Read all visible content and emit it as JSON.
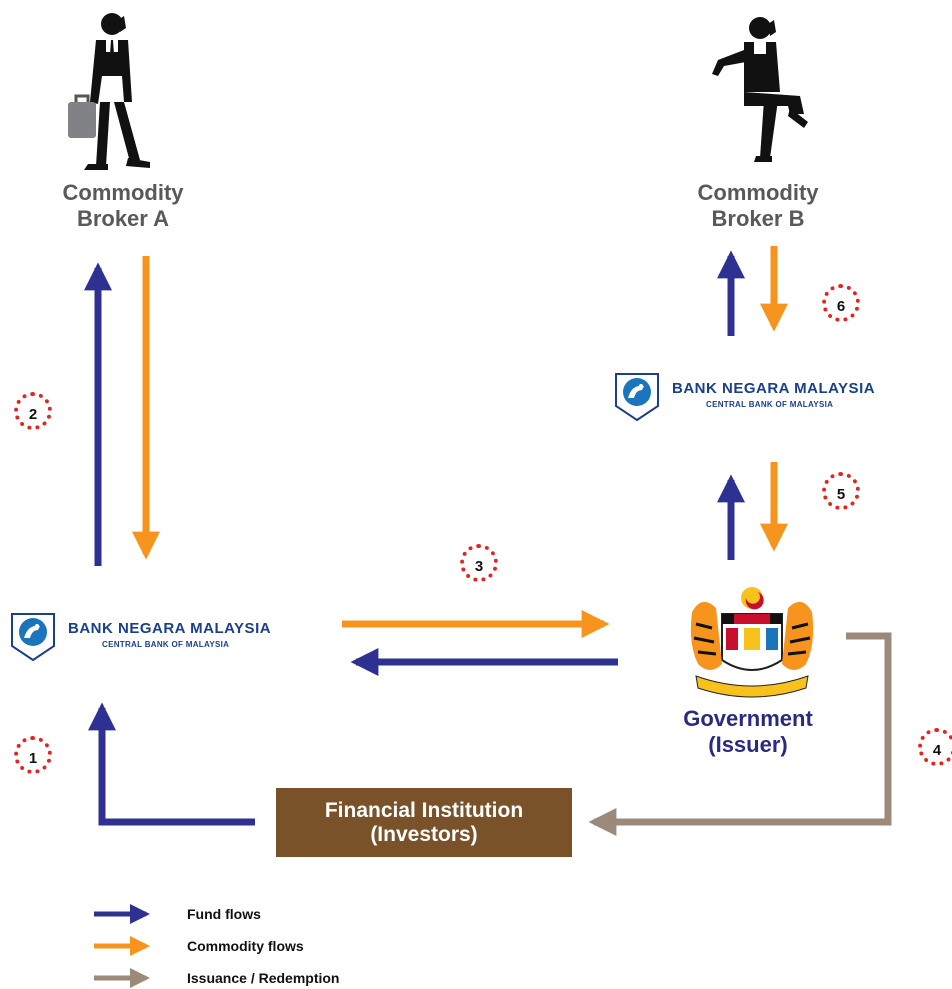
{
  "brokers": {
    "a": {
      "line1": "Commodity",
      "line2": "Broker A"
    },
    "b": {
      "line1": "Commodity",
      "line2": "Broker B"
    }
  },
  "bnm": {
    "title": "BANK NEGARA MALAYSIA",
    "subtitle": "CENTRAL BANK OF MALAYSIA"
  },
  "government": {
    "line1": "Government",
    "line2": "(Issuer)"
  },
  "financial_institution": {
    "line1": "Financial Institution",
    "line2": "(Investors)"
  },
  "steps": [
    "1",
    "2",
    "3",
    "4",
    "5",
    "6"
  ],
  "legend": [
    {
      "label": "Fund flows",
      "color": "#2e3192"
    },
    {
      "label": "Commodity flows",
      "color": "#f7941d"
    },
    {
      "label": "Issuance / Redemption",
      "color": "#9b8a7a"
    }
  ],
  "colors": {
    "fund": "#2e3192",
    "commodity": "#f7941d",
    "issuance": "#9b8a7a",
    "fi_box": "#79522a",
    "step_ring": "#e52421"
  }
}
